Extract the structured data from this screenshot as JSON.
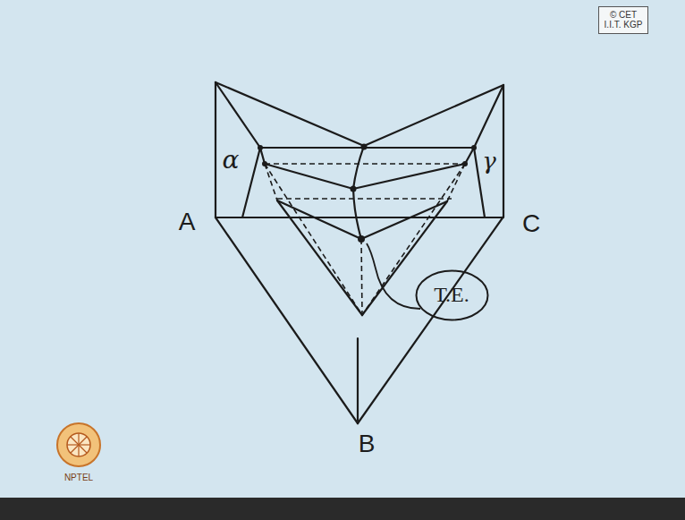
{
  "diagram": {
    "nodes": [
      {
        "text": [
          "© CET I.I.T. KGP"
        ]
      },
      {
        "text": [
          "T.E."
        ]
      }
    ],
    "labels": [
      "α",
      "γ",
      "A",
      "C",
      "B",
      "NPTEL"
    ]
  }
}
